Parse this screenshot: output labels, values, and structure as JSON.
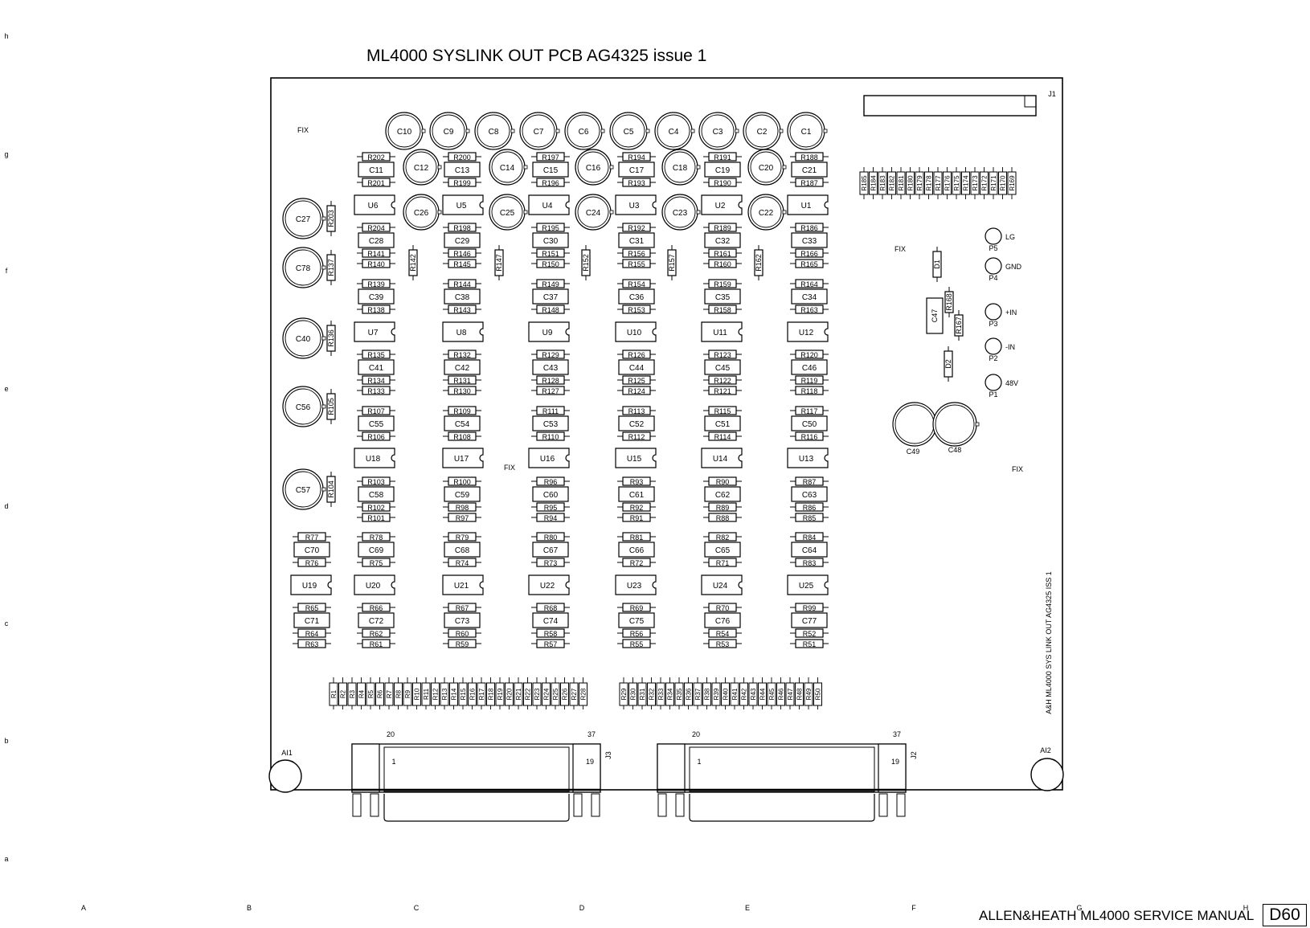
{
  "title": "ML4000 SYSLINK OUT PCB   AG4325 issue 1",
  "footer": "ALLEN&HEATH  ML4000 SERVICE MANUAL",
  "page_number": "D60",
  "grid_rows": [
    "h",
    "g",
    "f",
    "e",
    "d",
    "c",
    "b",
    "a"
  ],
  "grid_cols": [
    "A",
    "B",
    "C",
    "D",
    "E",
    "F",
    "G",
    "H"
  ],
  "side_text": "A&H ML4000 SYS LINK OUT AG4325 ISS 1",
  "labels": {
    "fix": "FIX",
    "j1": "J1",
    "j2": "J2",
    "j3": "J3",
    "ai1": "AI1",
    "ai2": "AI2",
    "c49": "C49",
    "c48": "C48",
    "pin20": "20",
    "pin37": "37",
    "pin1": "1",
    "pin19": "19"
  },
  "top_caps": [
    "C10",
    "C9",
    "C8",
    "C7",
    "C6",
    "C5",
    "C4",
    "C3",
    "C2",
    "C1"
  ],
  "left_caps": [
    "C27",
    "C78",
    "C40",
    "C56",
    "C57"
  ],
  "left_caps_res": [
    "R203",
    "R137",
    "R136",
    "R105",
    "R104"
  ],
  "mid_caps_row1": [
    "C12",
    "C14",
    "C16",
    "C18",
    "C20"
  ],
  "mid_caps_row2": [
    "C26",
    "C25",
    "C24",
    "C23",
    "C22"
  ],
  "top_block": {
    "r_top": [
      "R202",
      "R200",
      "R197",
      "R194",
      "R191",
      "R188"
    ],
    "caps": [
      "C11",
      "C13",
      "C15",
      "C17",
      "C19",
      "C21"
    ],
    "r_bot": [
      "R201",
      "R199",
      "R196",
      "R193",
      "R190",
      "R187"
    ]
  },
  "u_rows": [
    [
      "U6",
      "U5",
      "U4",
      "U3",
      "U2",
      "U1"
    ],
    [
      "U7",
      "U8",
      "U9",
      "U10",
      "U11",
      "U12"
    ],
    [
      "U18",
      "U17",
      "U16",
      "U15",
      "U14",
      "U13"
    ],
    [
      "U19",
      "U20",
      "U21",
      "U22",
      "U23",
      "U24",
      "U25"
    ]
  ],
  "cap_blocks": [
    {
      "r_top": [
        "R204",
        "R198",
        "R195",
        "R192",
        "R189",
        "R186"
      ],
      "caps": [
        "C28",
        "C29",
        "C30",
        "C31",
        "C32",
        "C33"
      ],
      "r_b1": [
        "R141",
        "R146",
        "R151",
        "R156",
        "R161",
        "R166"
      ],
      "r_b2": [
        "R140",
        "R145",
        "R150",
        "R155",
        "R160",
        "R165"
      ]
    },
    {
      "r_top": [
        "R139",
        "R144",
        "R149",
        "R154",
        "R159",
        "R164"
      ],
      "caps": [
        "C39",
        "C38",
        "C37",
        "C36",
        "C35",
        "C34"
      ],
      "r_b1": [
        "R138",
        "R143",
        "R148",
        "R153",
        "R158",
        "R163"
      ],
      "r_b2": []
    },
    {
      "r_top": [
        "R135",
        "R132",
        "R129",
        "R126",
        "R123",
        "R120"
      ],
      "caps": [
        "C41",
        "C42",
        "C43",
        "C44",
        "C45",
        "C46"
      ],
      "r_b1": [
        "R134",
        "R131",
        "R128",
        "R125",
        "R122",
        "R119"
      ],
      "r_b2": [
        "R133",
        "R130",
        "R127",
        "R124",
        "R121",
        "R118"
      ]
    },
    {
      "r_top": [
        "R107",
        "R109",
        "R111",
        "R113",
        "R115",
        "R117"
      ],
      "caps": [
        "C55",
        "C54",
        "C53",
        "C52",
        "C51",
        "C50"
      ],
      "r_b1": [
        "R106",
        "R108",
        "R110",
        "R112",
        "R114",
        "R116"
      ],
      "r_b2": []
    },
    {
      "r_top": [
        "R103",
        "R100",
        "R96",
        "R93",
        "R90",
        "R87"
      ],
      "caps": [
        "C58",
        "C59",
        "C60",
        "C61",
        "C62",
        "C63"
      ],
      "r_b1": [
        "R102",
        "R98",
        "R95",
        "R92",
        "R89",
        "R86"
      ],
      "r_b2": [
        "R101",
        "R97",
        "R94",
        "R91",
        "R88",
        "R85"
      ]
    }
  ],
  "vert_res": [
    "R142",
    "R147",
    "R152",
    "R157",
    "R162"
  ],
  "lower_block1": {
    "r_top": [
      "R77",
      "R78",
      "R79",
      "R80",
      "R81",
      "R82",
      "R84"
    ],
    "caps": [
      "C70",
      "C69",
      "C68",
      "C67",
      "C66",
      "C65",
      "C64"
    ],
    "r_bot": [
      "R76",
      "R75",
      "R74",
      "R73",
      "R72",
      "R71",
      "R83"
    ]
  },
  "lower_block2": {
    "r_top": [
      "R65",
      "R66",
      "R67",
      "R68",
      "R69",
      "R70",
      "R99"
    ],
    "caps": [
      "C71",
      "C72",
      "C73",
      "C74",
      "C75",
      "C76",
      "C77"
    ],
    "r_b1": [
      "R64",
      "R62",
      "R60",
      "R58",
      "R56",
      "R54",
      "R52"
    ],
    "r_b2": [
      "R63",
      "R61",
      "R59",
      "R57",
      "R55",
      "R53",
      "R51"
    ]
  },
  "bottom_res": [
    "R1",
    "R2",
    "R3",
    "R4",
    "R5",
    "R6",
    "R7",
    "R8",
    "R9",
    "R10",
    "R11",
    "R12",
    "R13",
    "R14",
    "R15",
    "R16",
    "R17",
    "R18",
    "R19",
    "R20",
    "R21",
    "R22",
    "R23",
    "R24",
    "R25",
    "R26",
    "R27",
    "R28",
    "R29",
    "R30",
    "R31",
    "R32",
    "R33",
    "R34",
    "R35",
    "R36",
    "R37",
    "R38",
    "R39",
    "R40",
    "R41",
    "R42",
    "R43",
    "R44",
    "R45",
    "R46",
    "R47",
    "R48",
    "R49",
    "R50"
  ],
  "right_res": [
    "R185",
    "R184",
    "R183",
    "R182",
    "R181",
    "R180",
    "R179",
    "R178",
    "R177",
    "R176",
    "R175",
    "R174",
    "R173",
    "R172",
    "R171",
    "R170",
    "R169"
  ],
  "pads": [
    {
      "ref": "P5",
      "name": "LG"
    },
    {
      "ref": "P4",
      "name": "GND"
    },
    {
      "ref": "P3",
      "name": "+IN"
    },
    {
      "ref": "P2",
      "name": "-IN"
    },
    {
      "ref": "P1",
      "name": "48V"
    }
  ],
  "misc_parts": [
    "D1",
    "D2",
    "C47",
    "R168",
    "R167"
  ]
}
